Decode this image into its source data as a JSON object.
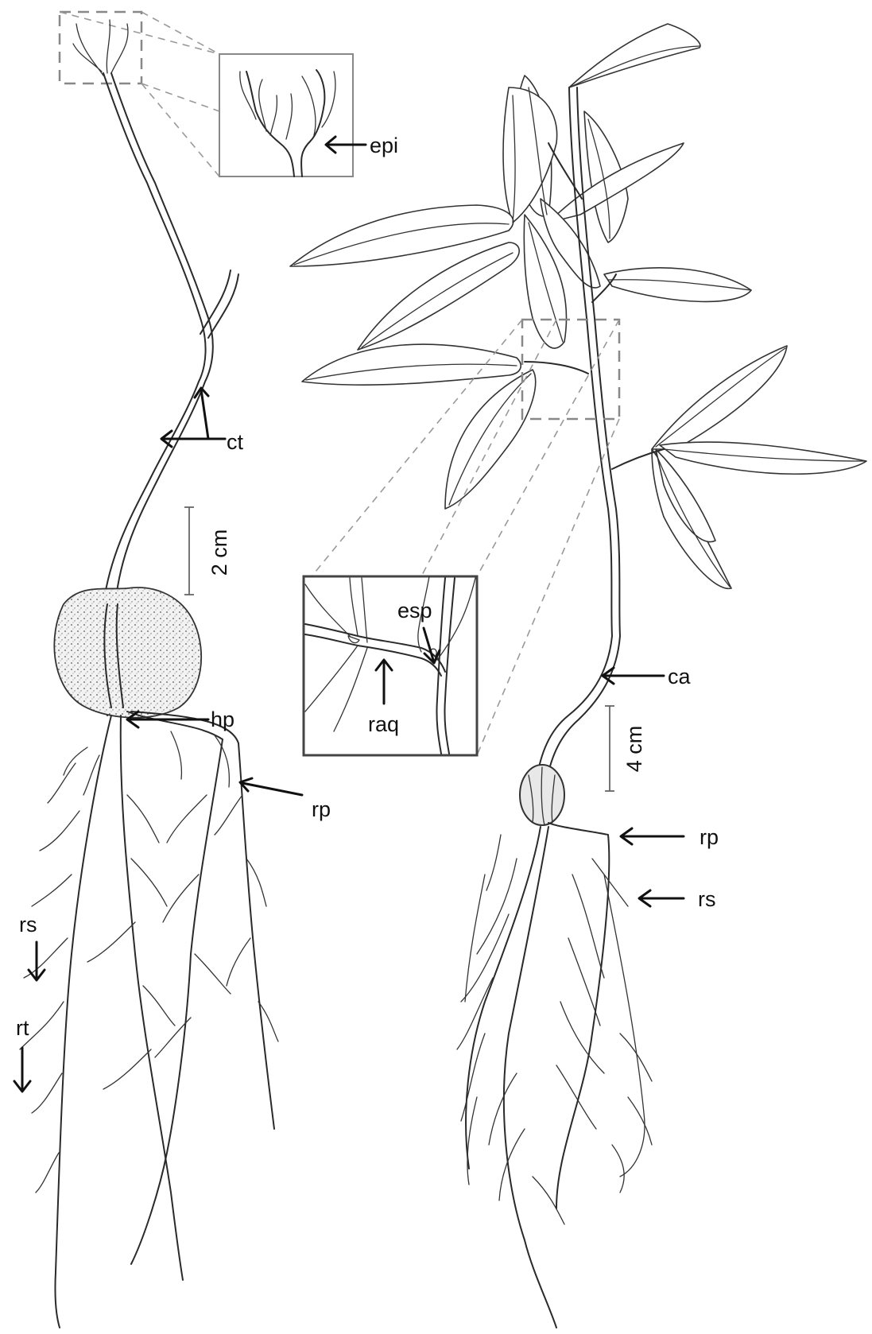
{
  "left_plant": {
    "labels": {
      "epi": "epi",
      "ct": "ct",
      "hp": "hp",
      "rp": "rp",
      "rs": "rs",
      "rt": "rt"
    },
    "scale_bar": "2 cm"
  },
  "right_plant": {
    "labels": {
      "ca": "ca",
      "rp": "rp",
      "rs": "rs"
    },
    "scale_bar": "4 cm",
    "inset_labels": {
      "esp": "esp",
      "raq": "raq"
    }
  },
  "colors": {
    "line": "#2a2a2a",
    "dashed_box": "#888888",
    "seed_fill": "#e8e8e8"
  }
}
